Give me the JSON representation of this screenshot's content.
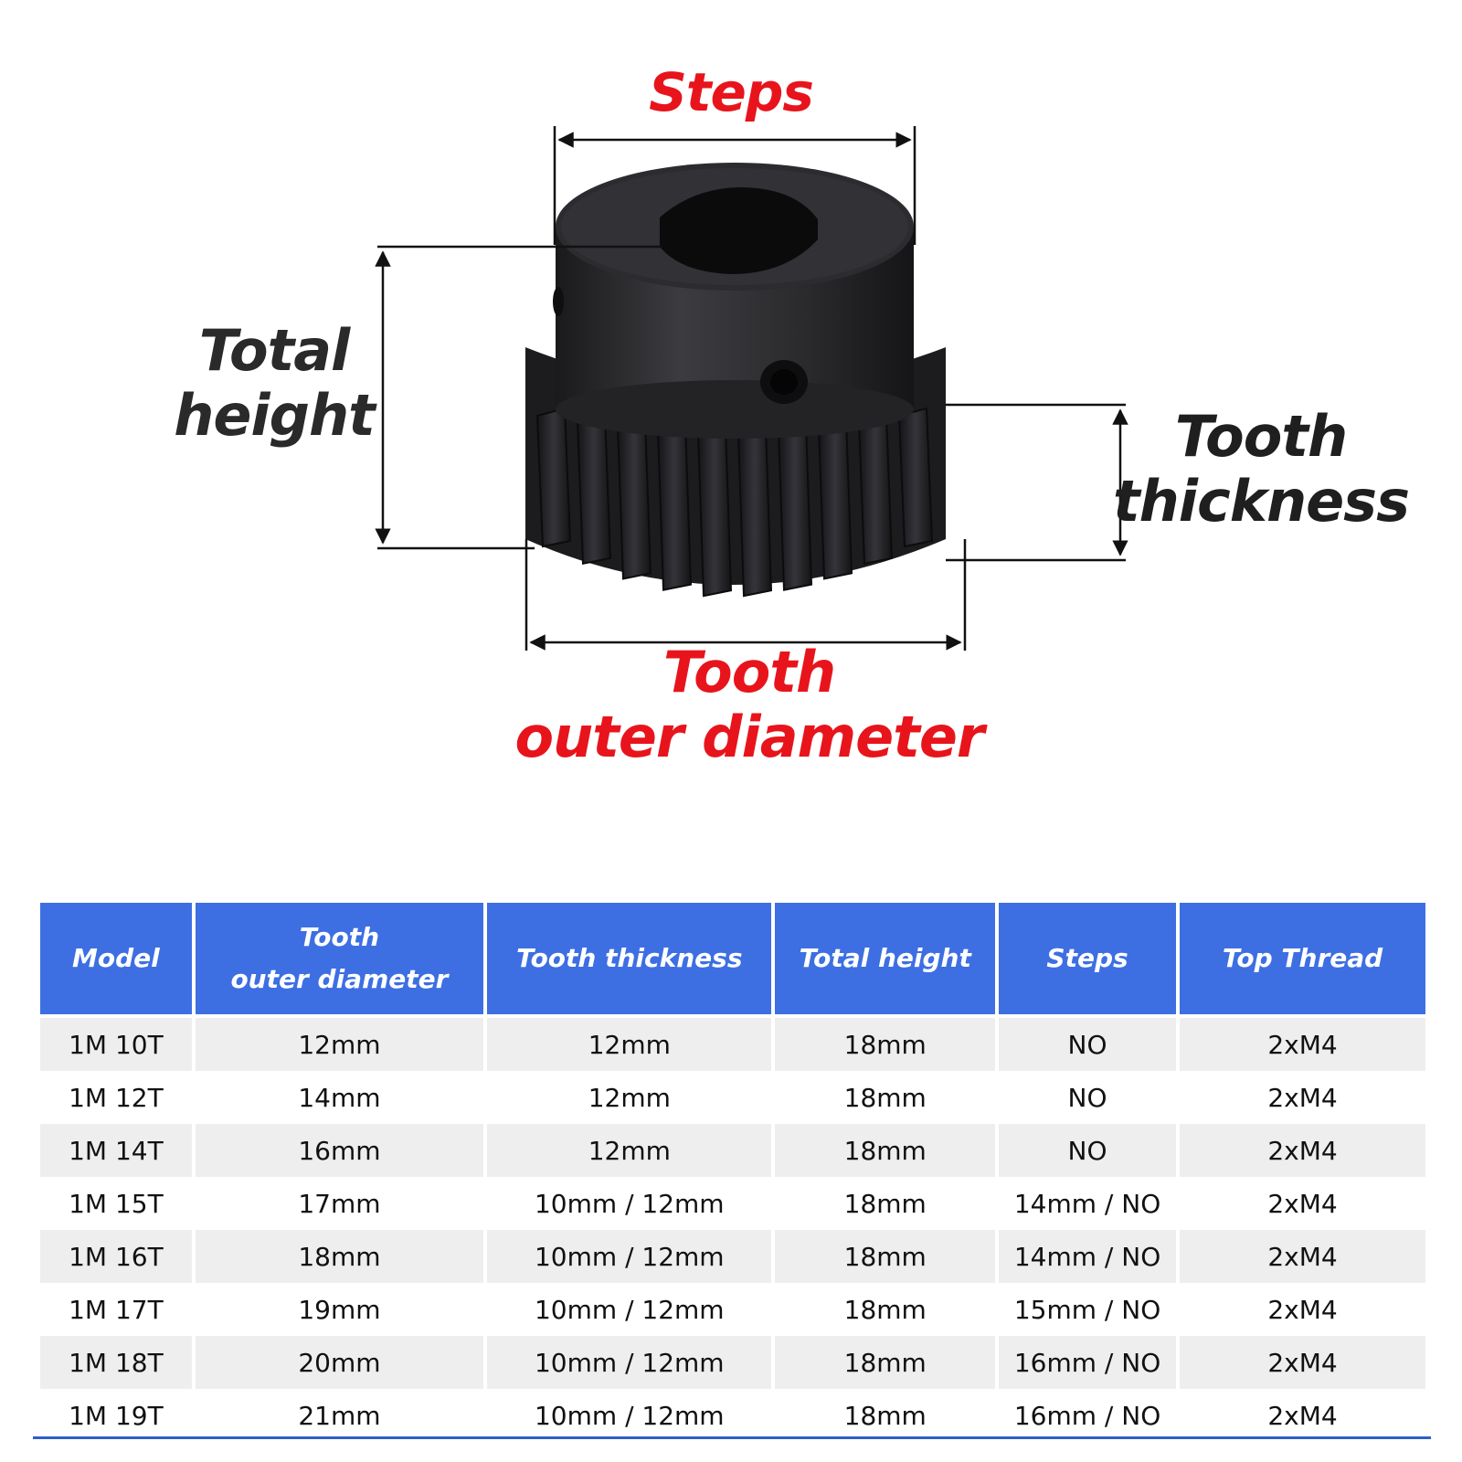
{
  "diagram": {
    "label_steps": "Steps",
    "label_total_height": [
      "Total",
      "height"
    ],
    "label_tooth_thickness": [
      "Tooth",
      "thickness"
    ],
    "label_outer_diameter": [
      "Tooth",
      "outer diameter"
    ],
    "colors": {
      "red": "#e8141c",
      "dark": "#1f1f1f",
      "gear": "#2b2b2e"
    }
  },
  "table": {
    "headers": [
      "Model",
      "Tooth\nouter diameter",
      "Tooth thickness",
      "Total height",
      "Steps",
      "Top Thread"
    ],
    "rows": [
      [
        "1M 10T",
        "12mm",
        "12mm",
        "18mm",
        "NO",
        "2xM4"
      ],
      [
        "1M 12T",
        "14mm",
        "12mm",
        "18mm",
        "NO",
        "2xM4"
      ],
      [
        "1M 14T",
        "16mm",
        "12mm",
        "18mm",
        "NO",
        "2xM4"
      ],
      [
        "1M 15T",
        "17mm",
        "10mm / 12mm",
        "18mm",
        "14mm / NO",
        "2xM4"
      ],
      [
        "1M 16T",
        "18mm",
        "10mm / 12mm",
        "18mm",
        "14mm / NO",
        "2xM4"
      ],
      [
        "1M 17T",
        "19mm",
        "10mm / 12mm",
        "18mm",
        "15mm / NO",
        "2xM4"
      ],
      [
        "1M 18T",
        "20mm",
        "10mm / 12mm",
        "18mm",
        "16mm / NO",
        "2xM4"
      ],
      [
        "1M 19T",
        "21mm",
        "10mm / 12mm",
        "18mm",
        "16mm / NO",
        "2xM4"
      ]
    ],
    "header_color": "#3d6fe3",
    "stripe_color": "#eeeeee"
  }
}
